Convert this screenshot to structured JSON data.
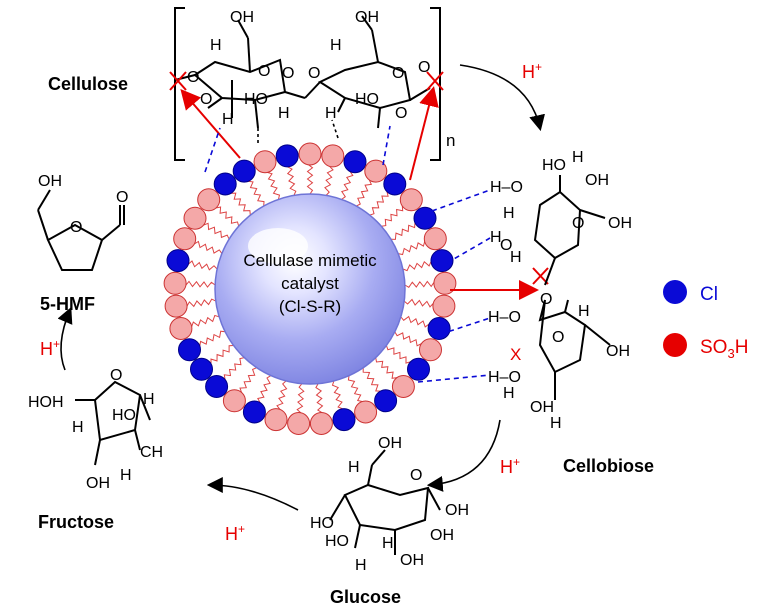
{
  "labels": {
    "cellulose": "Cellulose",
    "cellobiose": "Cellobiose",
    "glucose": "Glucose",
    "fructose": "Fructose",
    "hmf": "5-HMF",
    "catalyst_line1": "Cellulase mimetic",
    "catalyst_line2": "catalyst",
    "catalyst_line3": "(Cl-S-R)",
    "repeat_n": "n"
  },
  "reagents": {
    "acid": "H",
    "plus": "+"
  },
  "legend": [
    {
      "symbol": "Cl",
      "color": "#0a0ad6"
    },
    {
      "symbol": "SO",
      "sub": "3",
      "tail": "H",
      "color": "#e60000"
    }
  ],
  "colors": {
    "blue_ball": "#0a0ad6",
    "pink_ball": "#f4a8a8",
    "pink_stroke": "#cc3333",
    "red": "#e60000",
    "sphere": "#9aa0f0"
  },
  "atoms": {
    "OH": "OH",
    "HO": "HO",
    "H": "H",
    "O": "O",
    "X": "X",
    "HOH2C": "HOH",
    "CH2OH": "CH",
    "H_O": "H–O"
  }
}
